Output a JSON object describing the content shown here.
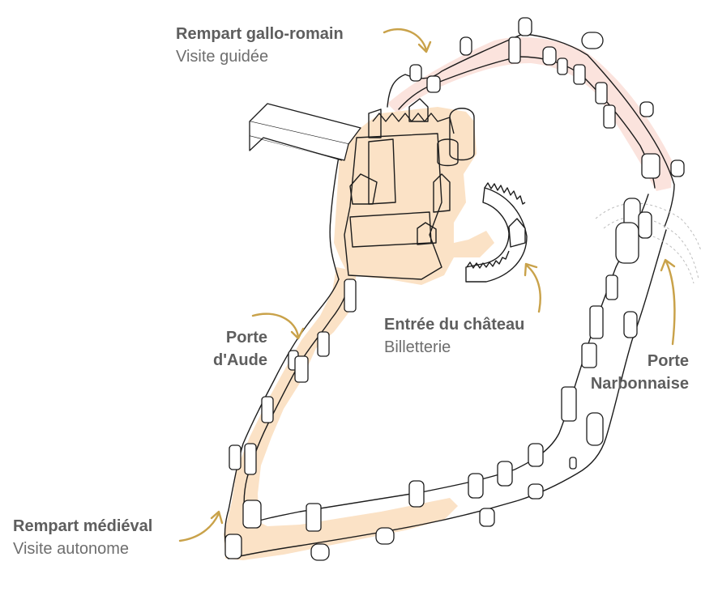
{
  "colors": {
    "highlight": "#fbe2c6",
    "highlight_rose": "#fbe3dd",
    "arrow": "#c9a24a",
    "outline": "#1c1c1c",
    "title_text": "#5e5e5e",
    "sub_text": "#6e6e6e"
  },
  "labels": {
    "rempart_gallo_romain": {
      "title": "Rempart gallo-romain",
      "sub": "Visite guidée"
    },
    "porte_aude": {
      "line1": "Porte",
      "line2": "d'Aude"
    },
    "entree_chateau": {
      "title": "Entrée du château",
      "sub": "Billetterie"
    },
    "porte_narbonnaise": {
      "line1": "Porte",
      "line2": "Narbonnaise"
    },
    "rempart_medieval": {
      "title": "Rempart médiéval",
      "sub": "Visite autonome"
    }
  }
}
